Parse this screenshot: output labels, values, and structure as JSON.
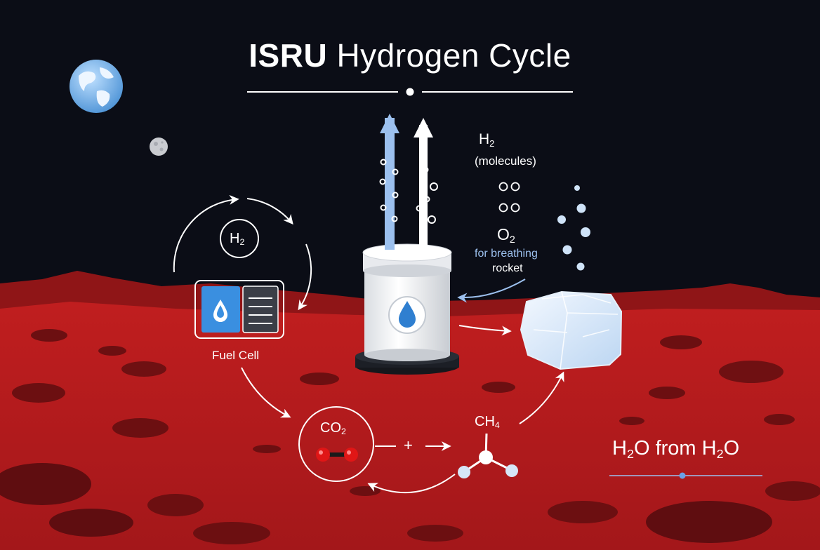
{
  "title": {
    "bold": "ISRU",
    "rest": "Hydrogen Cycle"
  },
  "h2_label": {
    "main": "H",
    "sub": "2"
  },
  "molecules_label": "(molecules)",
  "o2_label": {
    "main": "O",
    "sub": "2"
  },
  "breathing_label": "for breathing",
  "rocket_label": "rocket",
  "cycle_h2": {
    "main": "H",
    "sub": "2"
  },
  "fuel_cell_label": "Fuel Cell",
  "co2_label": {
    "main": "CO",
    "sub": "2"
  },
  "plus_label": "+",
  "ch4_label": {
    "main": "CH",
    "sub": "4"
  },
  "h2o_label": {
    "a": "H",
    "a_sub": "2",
    "b": "O from H",
    "b_sub": "2",
    "c": "O"
  },
  "icons": [
    "earth-icon",
    "moon-icon",
    "water-drop-icon",
    "list-icon",
    "ice-block-icon",
    "electrolyzer-tank-icon"
  ],
  "colors": {
    "mars": "#b3191b",
    "sky": "#0b0d16",
    "accent_blue": "#9cc0ee",
    "molecule_red": "#e01616"
  }
}
